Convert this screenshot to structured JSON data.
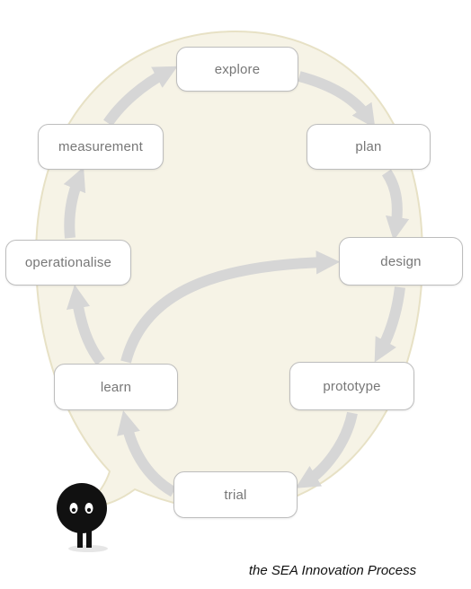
{
  "diagram": {
    "nodes": {
      "explore": "explore",
      "plan": "plan",
      "design": "design",
      "prototype": "prototype",
      "trial": "trial",
      "learn": "learn",
      "operationalise": "operationalise",
      "measurement": "measurement"
    },
    "caption": "the SEA Innovation Process"
  },
  "colors": {
    "bubble_fill": "#f6f3e6",
    "bubble_stroke": "#e7e1c5",
    "arrow": "#d6d6d6",
    "node_border": "#bdbdbd",
    "node_text": "#777777",
    "figure": "#111111"
  },
  "icons": {
    "character": "black-round-head-figure-icon"
  }
}
